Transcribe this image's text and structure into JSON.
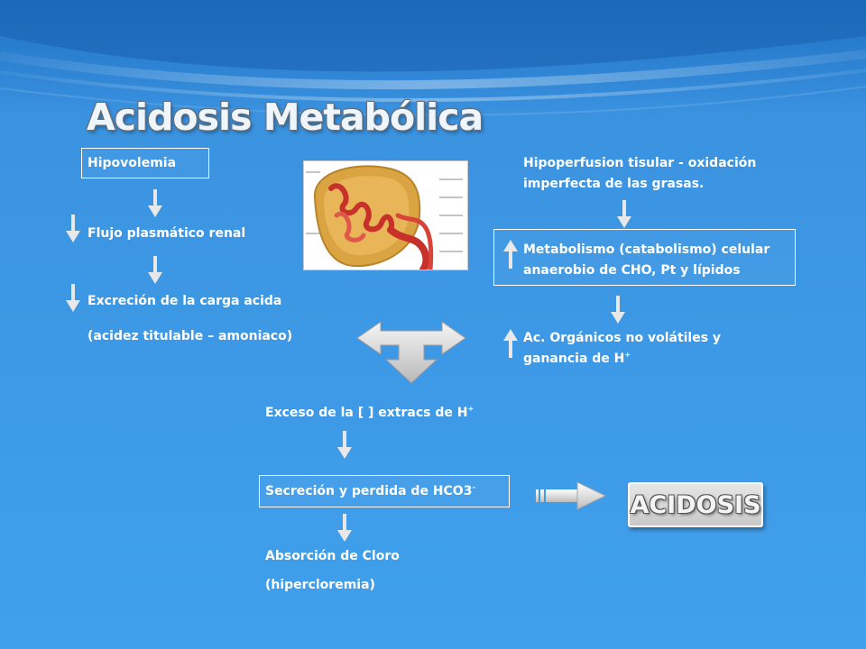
{
  "title": "Acidosis Metabólica",
  "left": {
    "hipovolemia": "Hipovolemia",
    "flujo": "Flujo plasmático renal",
    "excrecion": "Excreción de la carga acida",
    "acidez": "(acidez titulable – amoniaco)"
  },
  "right": {
    "hipoperfusion_1": "Hipoperfusion tisular - oxidación",
    "hipoperfusion_2": "imperfecta de las grasas.",
    "metabolismo_1": "Metabolismo (catabolismo) celular",
    "metabolismo_2": "anaerobio de CHO, Pt  y lípidos",
    "organicos_1": "Ac. Orgánicos no volátiles y",
    "organicos_2": "ganancia de H",
    "organicos_sup": "+"
  },
  "center": {
    "exceso": "Exceso de la [ ] extracs de H",
    "exceso_sup": "+",
    "secrecion": "Secreción y perdida de HCO3",
    "secrecion_sup": "-",
    "absorcion": "Absorción de Cloro",
    "hipercloremia": "(hipercloremia)"
  },
  "result": {
    "label": "ACIDOSIS"
  },
  "image": {
    "description_icon": "kidney-nephron-illustration"
  },
  "colors": {
    "background": "#3e9be6",
    "text": "#ffffff",
    "arrow": "#e8e8e8"
  }
}
